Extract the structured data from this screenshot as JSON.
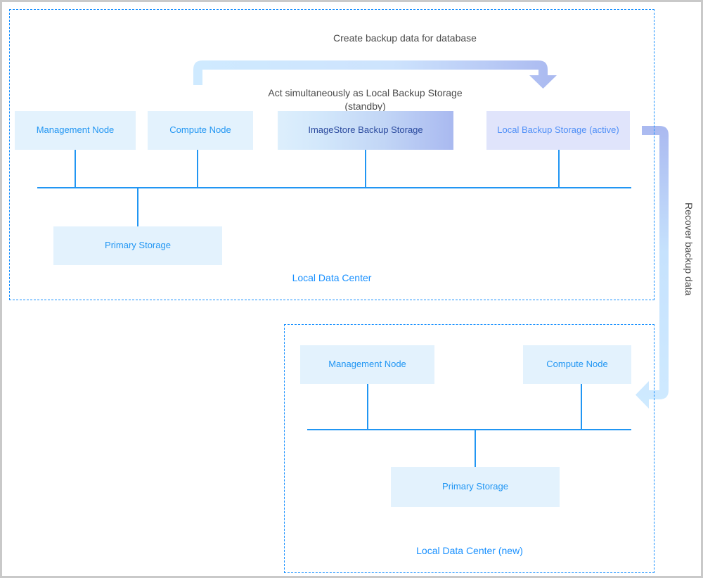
{
  "diagram": {
    "title_caption": "Create backup data for database",
    "standby_caption": "Act simultaneously as Local Backup Storage\n(standby)",
    "recover_caption": "Recover backup data",
    "colors": {
      "accent_blue": "#2196f3",
      "dashed_border": "#1890ff",
      "node_fill": "#e3f2fd",
      "lavender_fill": "#e0e4fb",
      "arrow_light": "#cfeaff",
      "arrow_dark": "#a9b9f0",
      "caption_text": "#4a4a4a",
      "page_border": "#c9c9c9"
    }
  },
  "local_data_center": {
    "label": "Local Data Center",
    "nodes": [
      {
        "id": "management-node",
        "label": "Management Node"
      },
      {
        "id": "compute-node",
        "label": "Compute Node"
      },
      {
        "id": "imagestore-backup-storage",
        "label": "ImageStore Backup Storage"
      },
      {
        "id": "local-backup-storage-active",
        "label": "Local Backup Storage (active)"
      }
    ],
    "storage": {
      "id": "primary-storage",
      "label": "Primary Storage"
    }
  },
  "local_data_center_new": {
    "label": "Local Data Center (new)",
    "nodes": [
      {
        "id": "management-node-new",
        "label": "Management Node"
      },
      {
        "id": "compute-node-new",
        "label": "Compute Node"
      }
    ],
    "storage": {
      "id": "primary-storage-new",
      "label": "Primary Storage"
    }
  },
  "chart_data": {
    "type": "diagram",
    "title": "Create backup data for database",
    "nodes": [
      {
        "name": "Management Node",
        "group": "Local Data Center"
      },
      {
        "name": "Compute Node",
        "group": "Local Data Center"
      },
      {
        "name": "ImageStore Backup Storage",
        "group": "Local Data Center"
      },
      {
        "name": "Local Backup Storage (active)",
        "group": "Local Data Center"
      },
      {
        "name": "Primary Storage",
        "group": "Local Data Center"
      },
      {
        "name": "Management Node",
        "group": "Local Data Center (new)"
      },
      {
        "name": "Compute Node",
        "group": "Local Data Center (new)"
      },
      {
        "name": "Primary Storage",
        "group": "Local Data Center (new)"
      }
    ],
    "edges": [
      {
        "label": "Create backup data for database",
        "from": "Local Data Center bus",
        "to": "Local Backup Storage (active)"
      },
      {
        "label": "Recover backup data",
        "from": "Local Backup Storage (active)",
        "to": "Local Data Center (new)"
      }
    ],
    "annotations": [
      "Act simultaneously as Local Backup Storage (standby)"
    ]
  }
}
